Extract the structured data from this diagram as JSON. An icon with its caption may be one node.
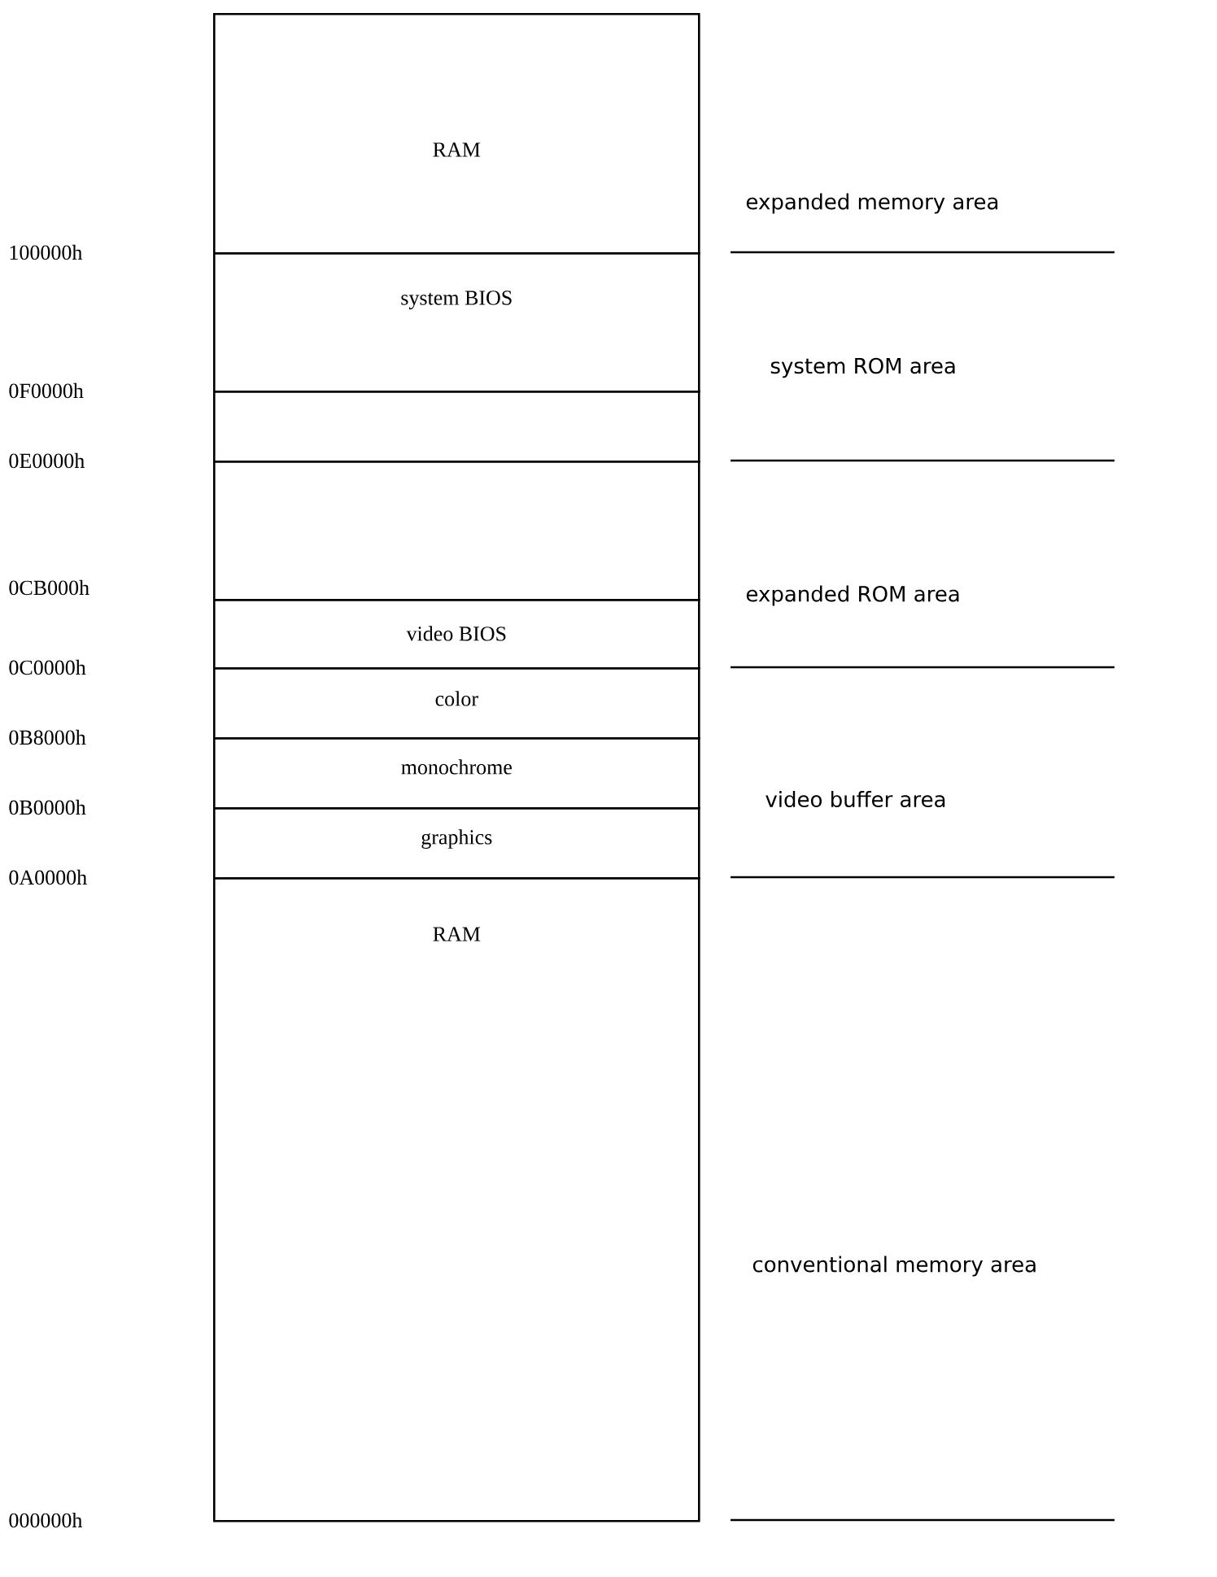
{
  "diagram": {
    "nodes": [
      {
        "text": [
          "RAM"
        ]
      },
      {
        "text": [
          "system BIOS"
        ]
      },
      {
        "text": [],
        "shape": "box"
      },
      {
        "text": [],
        "shape": "box"
      },
      {
        "text": [
          "video BIOS"
        ]
      },
      {
        "text": [
          "color"
        ]
      },
      {
        "text": [
          "monochrome"
        ]
      },
      {
        "text": [
          "graphics"
        ]
      },
      {
        "text": [
          "RAM"
        ]
      }
    ],
    "labels": [
      "expanded memory area",
      "100000h",
      "system ROM area",
      "0F0000h",
      "0E0000h",
      "0CB000h",
      "expanded ROM area",
      "0C0000h",
      "0B8000h",
      "video buffer area",
      "0B0000h",
      "0A0000h",
      "conventional memory area",
      "000000h"
    ]
  }
}
